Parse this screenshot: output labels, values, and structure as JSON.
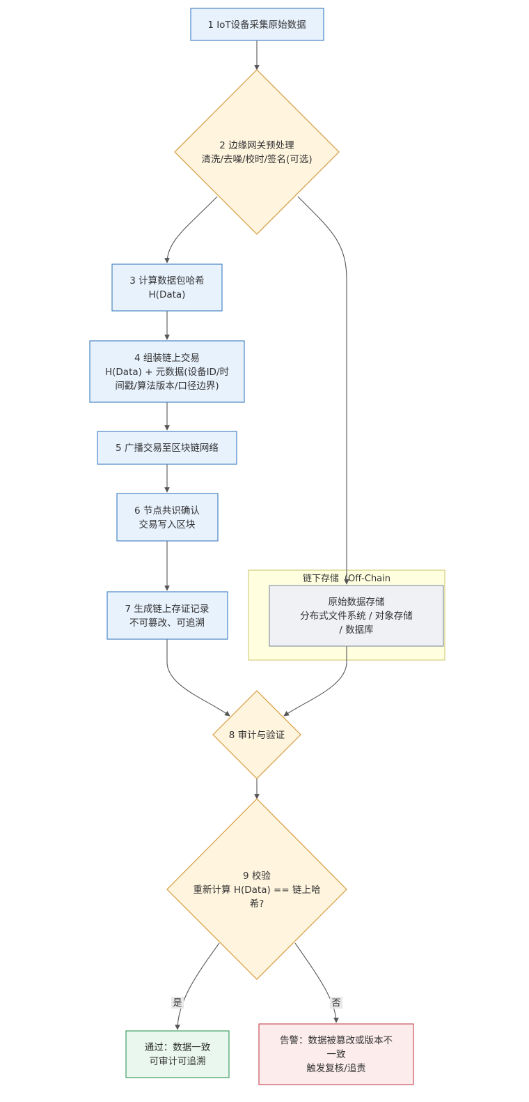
{
  "nodes": {
    "n1": {
      "lines": [
        "1 IoT设备采集原始数据"
      ],
      "fill": "#e8f2fd",
      "stroke": "#4a86c5"
    },
    "n2": {
      "lines": [
        "2 边缘网关预处理",
        "清洗/去噪/校时/签名(可选)"
      ],
      "fill": "#fff5df",
      "stroke": "#d79b3f"
    },
    "n3": {
      "lines": [
        "3 计算数据包哈希",
        "H(Data)"
      ],
      "fill": "#e8f2fd",
      "stroke": "#4a86c5"
    },
    "n4": {
      "lines": [
        "4  组装链上交易",
        "H(Data) + 元数据(设备ID/时",
        "间戳/算法版本/口径边界)"
      ],
      "fill": "#e8f2fd",
      "stroke": "#4a86c5"
    },
    "n5": {
      "lines": [
        "5 广播交易至区块链网络"
      ],
      "fill": "#e8f2fd",
      "stroke": "#4a86c5"
    },
    "n6": {
      "lines": [
        "6 节点共识确认",
        "交易写入区块"
      ],
      "fill": "#e8f2fd",
      "stroke": "#4a86c5"
    },
    "n7": {
      "lines": [
        "7 生成链上存证记录",
        "不可篡改、可追溯"
      ],
      "fill": "#e8f2fd",
      "stroke": "#4a86c5"
    },
    "offchain": {
      "lines": [
        "原始数据存储",
        "分布式文件系统 / 对象存储",
        "/ 数据库"
      ],
      "fill": "#eff1f4",
      "stroke": "#8a95a3"
    },
    "n8": {
      "lines": [
        "8 审计与验证"
      ],
      "fill": "#fff5df",
      "stroke": "#d79b3f"
    },
    "n9": {
      "lines": [
        "9  校验",
        "重新计算 H(Data) == 链上哈",
        "希?"
      ],
      "fill": "#fff5df",
      "stroke": "#d79b3f"
    },
    "pass": {
      "lines": [
        "通过：数据一致",
        "可审计可追溯"
      ],
      "fill": "#e9f7ee",
      "stroke": "#3f9e63"
    },
    "alarm": {
      "lines": [
        "告警：数据被篡改或版本不",
        "一致",
        "触发复核/追责"
      ],
      "fill": "#fcecec",
      "stroke": "#c9525a"
    }
  },
  "cluster": {
    "title": "链下存储（Off-Chain",
    "fill": "#ffffe0",
    "stroke": "#c9c46a"
  },
  "edge_labels": {
    "yes": "是",
    "no": "否"
  },
  "colors": {
    "edge": "#555555",
    "label_bg": "#e8e8e8"
  }
}
